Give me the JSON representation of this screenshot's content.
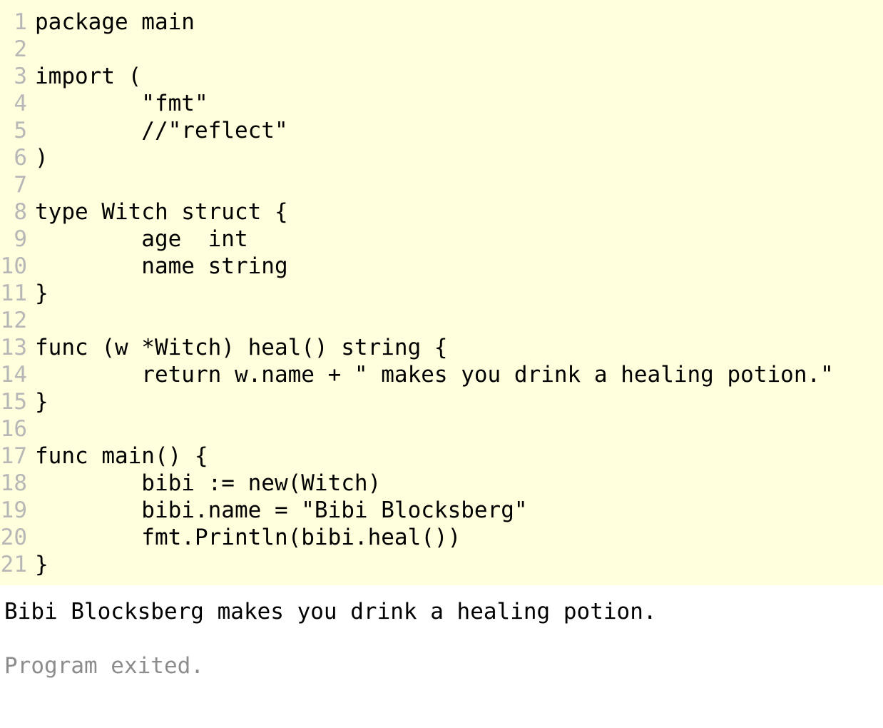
{
  "editor": {
    "lines": [
      {
        "num": "1",
        "text": "package main"
      },
      {
        "num": "2",
        "text": ""
      },
      {
        "num": "3",
        "text": "import ("
      },
      {
        "num": "4",
        "text": "        \"fmt\""
      },
      {
        "num": "5",
        "text": "        //\"reflect\""
      },
      {
        "num": "6",
        "text": ")"
      },
      {
        "num": "7",
        "text": ""
      },
      {
        "num": "8",
        "text": "type Witch struct {"
      },
      {
        "num": "9",
        "text": "        age  int"
      },
      {
        "num": "10",
        "text": "        name string"
      },
      {
        "num": "11",
        "text": "}"
      },
      {
        "num": "12",
        "text": ""
      },
      {
        "num": "13",
        "text": "func (w *Witch) heal() string {"
      },
      {
        "num": "14",
        "text": "        return w.name + \" makes you drink a healing potion.\""
      },
      {
        "num": "15",
        "text": "}"
      },
      {
        "num": "16",
        "text": ""
      },
      {
        "num": "17",
        "text": "func main() {"
      },
      {
        "num": "18",
        "text": "        bibi := new(Witch)"
      },
      {
        "num": "19",
        "text": "        bibi.name = \"Bibi Blocksberg\""
      },
      {
        "num": "20",
        "text": "        fmt.Println(bibi.heal())"
      },
      {
        "num": "21",
        "text": "}"
      }
    ]
  },
  "output": {
    "stdout": "Bibi Blocksberg makes you drink a healing potion.",
    "system": "Program exited."
  },
  "colors": {
    "editor_background": "#ffffdd",
    "line_number": "#b7b7b7",
    "code_text": "#000000",
    "system_text": "#8c8c8c"
  }
}
